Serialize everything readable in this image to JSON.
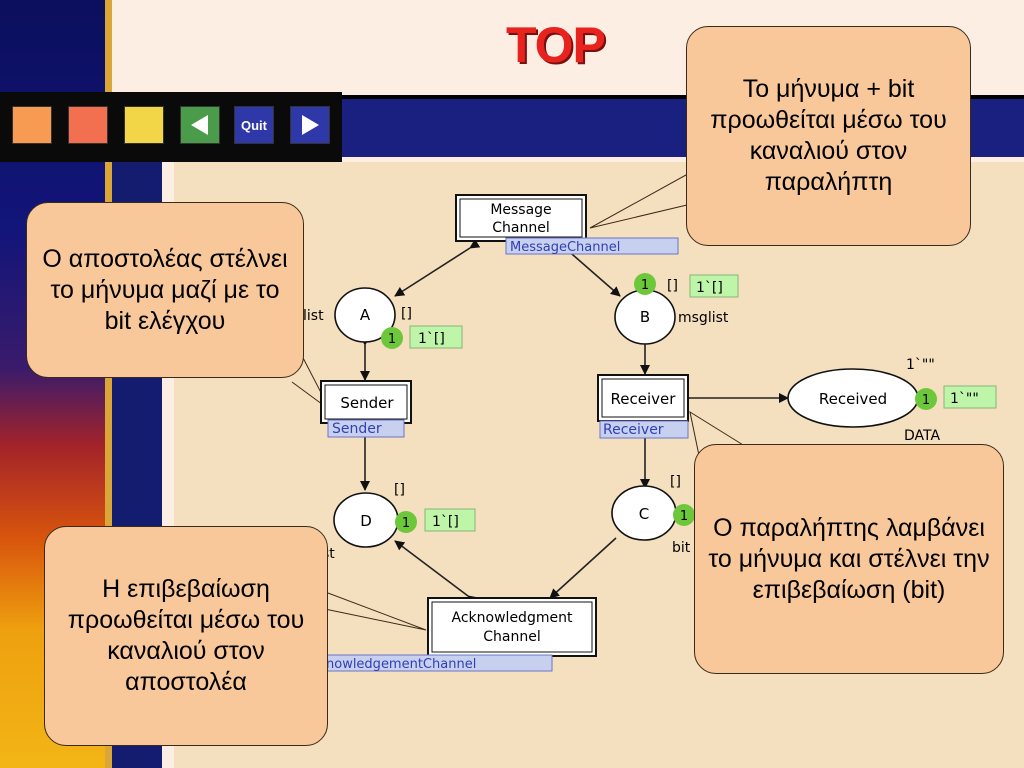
{
  "slide": {
    "title": "TOP"
  },
  "toolbar": {
    "quit_label": "Quit"
  },
  "callouts": {
    "top_right": "Το μήνυμα + bit προωθείται μέσω του καναλιού στον παραλήπτη",
    "left_top": "Ο αποστολέας στέλνει το μήνυμα μαζί με το bit ελέγχου",
    "right_bottom": "Ο παραλήπτης λαμβάνει το μήνυμα και στέλνει την επιβεβαίωση (bit)",
    "left_bottom": "Η επιβεβαίωση προωθείται μέσω του καναλιού στον αποστολέα"
  },
  "net": {
    "transitions": {
      "message_channel": {
        "line1": "Message",
        "line2": "Channel",
        "tag": "MessageChannel"
      },
      "sender": {
        "label": "Sender",
        "tag": "Sender"
      },
      "receiver": {
        "label": "Receiver",
        "tag": "Receiver"
      },
      "ack_channel": {
        "line1": "Acknowledgment",
        "line2": "Channel",
        "tag": "nowledgementChannel"
      }
    },
    "places": {
      "A": {
        "name": "A",
        "type": "list",
        "initial": "[]",
        "count": "1",
        "marking": "1`[]"
      },
      "B": {
        "name": "B",
        "type": "msglist",
        "initial": "[]",
        "count": "1",
        "marking": "1`[]"
      },
      "C": {
        "name": "C",
        "type": "bit",
        "initial": "[]",
        "count": "1"
      },
      "D": {
        "name": "D",
        "type": "st",
        "initial": "[]",
        "count": "1",
        "marking": "1`[]"
      },
      "received": {
        "name": "Received",
        "type": "DATA",
        "initial": "1`\"\"",
        "count": "1",
        "marking": "1`\"\""
      }
    }
  }
}
